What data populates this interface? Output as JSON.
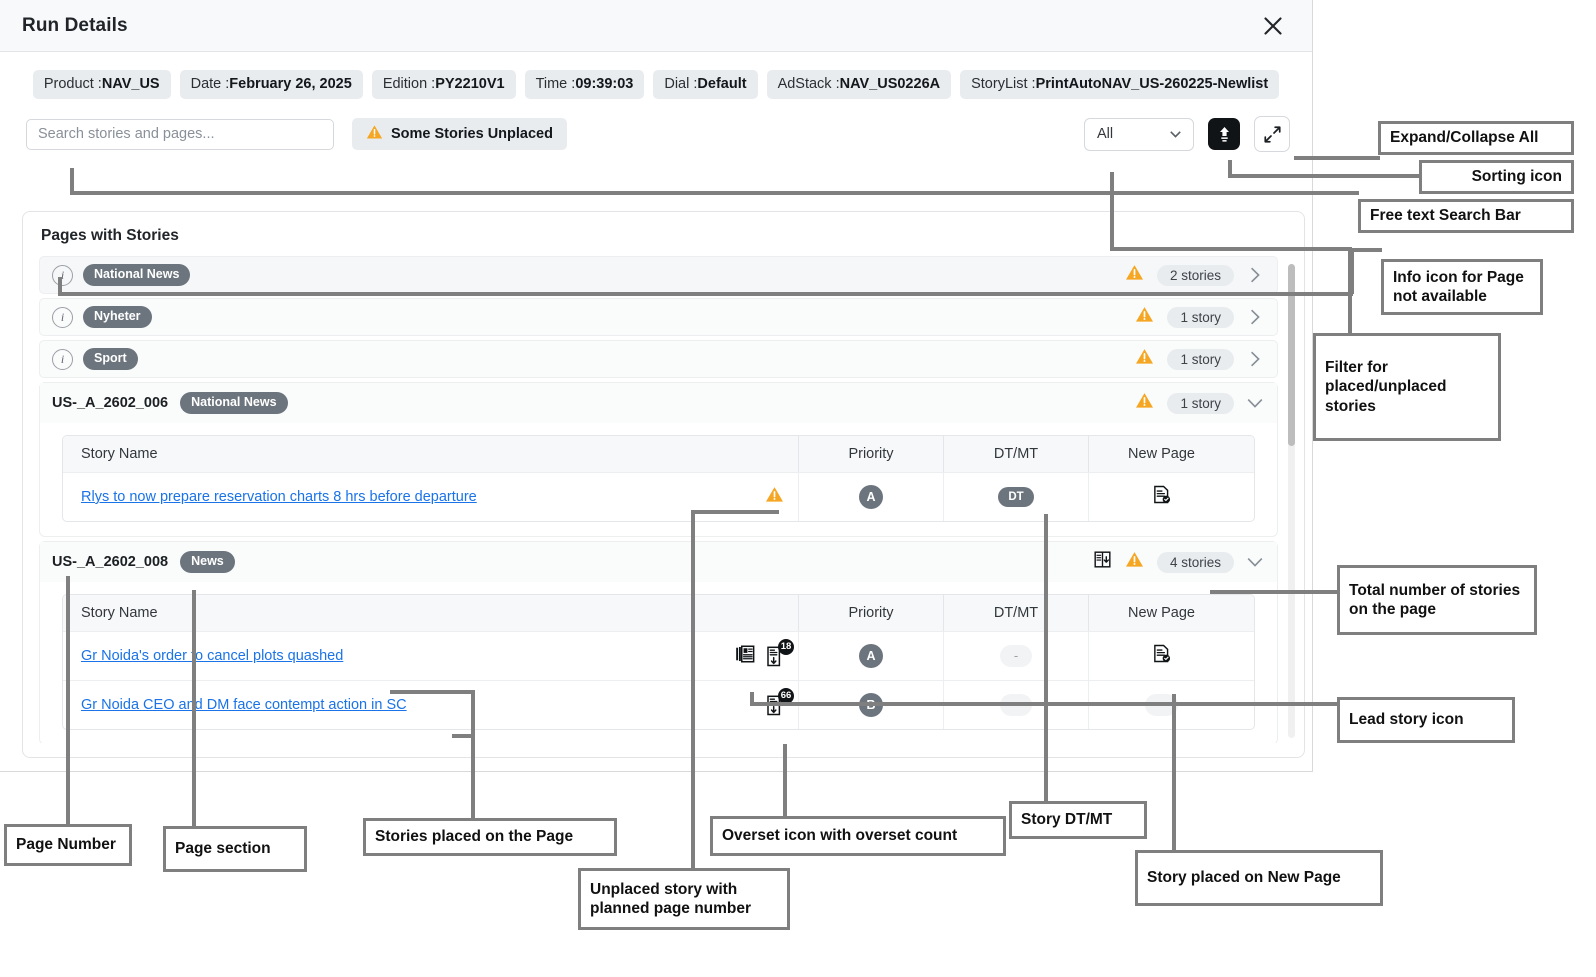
{
  "dialog": {
    "title": "Run Details",
    "close_icon": "close-icon"
  },
  "meta": [
    {
      "label": "Product :",
      "value": "NAV_US"
    },
    {
      "label": "Date :",
      "value": "February 26, 2025"
    },
    {
      "label": "Edition :",
      "value": "PY2210V1"
    },
    {
      "label": "Time :",
      "value": "09:39:03"
    },
    {
      "label": "Dial :",
      "value": "Default"
    },
    {
      "label": "AdStack :",
      "value": "NAV_US0226A"
    },
    {
      "label": "StoryList :",
      "value": "PrintAutoNAV_US-260225-Newlist"
    }
  ],
  "toolbar": {
    "search_placeholder": "Search stories and pages...",
    "search_value": "",
    "unplaced_label": "Some Stories Unplaced",
    "filter_value": "All",
    "sort_icon": "sort-ascending-icon",
    "expand_icon": "expand-collapse-icon"
  },
  "panel": {
    "title": "Pages with Stories"
  },
  "columns": {
    "story_name": "Story Name",
    "priority": "Priority",
    "dt_mt": "DT/MT",
    "new_page": "New Page"
  },
  "unplaced_rows": [
    {
      "section": "National News",
      "count": "2 stories",
      "chevron": "chevron-right-icon"
    },
    {
      "section": "Nyheter",
      "count": "1 story",
      "chevron": "chevron-right-icon"
    },
    {
      "section": "Sport",
      "count": "1 story",
      "chevron": "chevron-right-icon"
    }
  ],
  "pages": [
    {
      "page_number": "US-_A_2602_006",
      "section": "National News",
      "count": "1 story",
      "chevron": "chevron-down-icon",
      "stories": [
        {
          "name": "Rlys to now prepare reservation charts 8 hrs before departure",
          "unplaced_warning": true,
          "lead_story": false,
          "overset": null,
          "priority": "A",
          "dt_mt": "DT",
          "new_page": "new-page-icon"
        }
      ]
    },
    {
      "page_number": "US-_A_2602_008",
      "section": "News",
      "count": "4 stories",
      "chevron": "chevron-down-icon",
      "page_break_icon": "new-page-indicator-icon",
      "stories": [
        {
          "name": "Gr Noida's order to cancel plots quashed",
          "unplaced_warning": false,
          "lead_story": true,
          "overset": "18",
          "priority": "A",
          "dt_mt": "-",
          "new_page": "new-page-icon"
        },
        {
          "name": "Gr Noida CEO and DM face contempt action in SC",
          "unplaced_warning": false,
          "lead_story": false,
          "overset": "66",
          "priority": "B",
          "dt_mt": "-",
          "new_page": "-"
        }
      ]
    }
  ],
  "annotations": [
    {
      "id": "expand-collapse-all",
      "text": "Expand/Collapse All"
    },
    {
      "id": "sorting-icon",
      "text": "Sorting icon"
    },
    {
      "id": "free-text-search-bar",
      "text": "Free text Search Bar"
    },
    {
      "id": "info-icon-page",
      "text": "Info icon for Page not available"
    },
    {
      "id": "filter-placed-unplaced",
      "text": "Filter for placed/unplaced stories"
    },
    {
      "id": "total-stories-page",
      "text": "Total number of stories on the page"
    },
    {
      "id": "lead-story-icon",
      "text": "Lead story icon"
    },
    {
      "id": "story-placed-new-page",
      "text": "Story placed on New Page"
    },
    {
      "id": "story-dt-mt",
      "text": "Story DT/MT"
    },
    {
      "id": "overset-icon-count",
      "text": "Overset icon with overset count"
    },
    {
      "id": "stories-placed-page",
      "text": "Stories placed on the Page"
    },
    {
      "id": "unplaced-story-planned",
      "text": "Unplaced story with planned  page number"
    },
    {
      "id": "page-number",
      "text": "Page Number"
    },
    {
      "id": "page-section",
      "text": "Page section"
    }
  ],
  "colors": {
    "warning": "#F5A623",
    "link": "#1a73e8",
    "tag": "#6c757d",
    "accent_dark": "#111417",
    "annotation_border": "#7f7f7f"
  }
}
